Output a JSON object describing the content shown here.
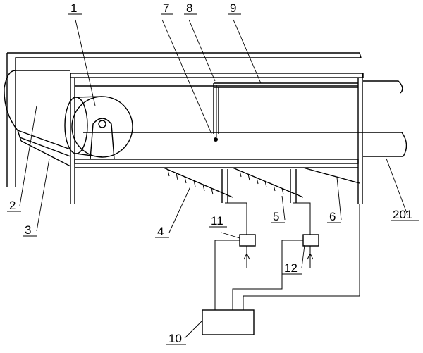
{
  "labels": {
    "l1": "1",
    "l2": "2",
    "l3": "3",
    "l4": "4",
    "l5": "5",
    "l6": "6",
    "l7": "7",
    "l8": "8",
    "l9": "9",
    "l10": "10",
    "l11": "11",
    "l12": "12",
    "l201": "201"
  }
}
